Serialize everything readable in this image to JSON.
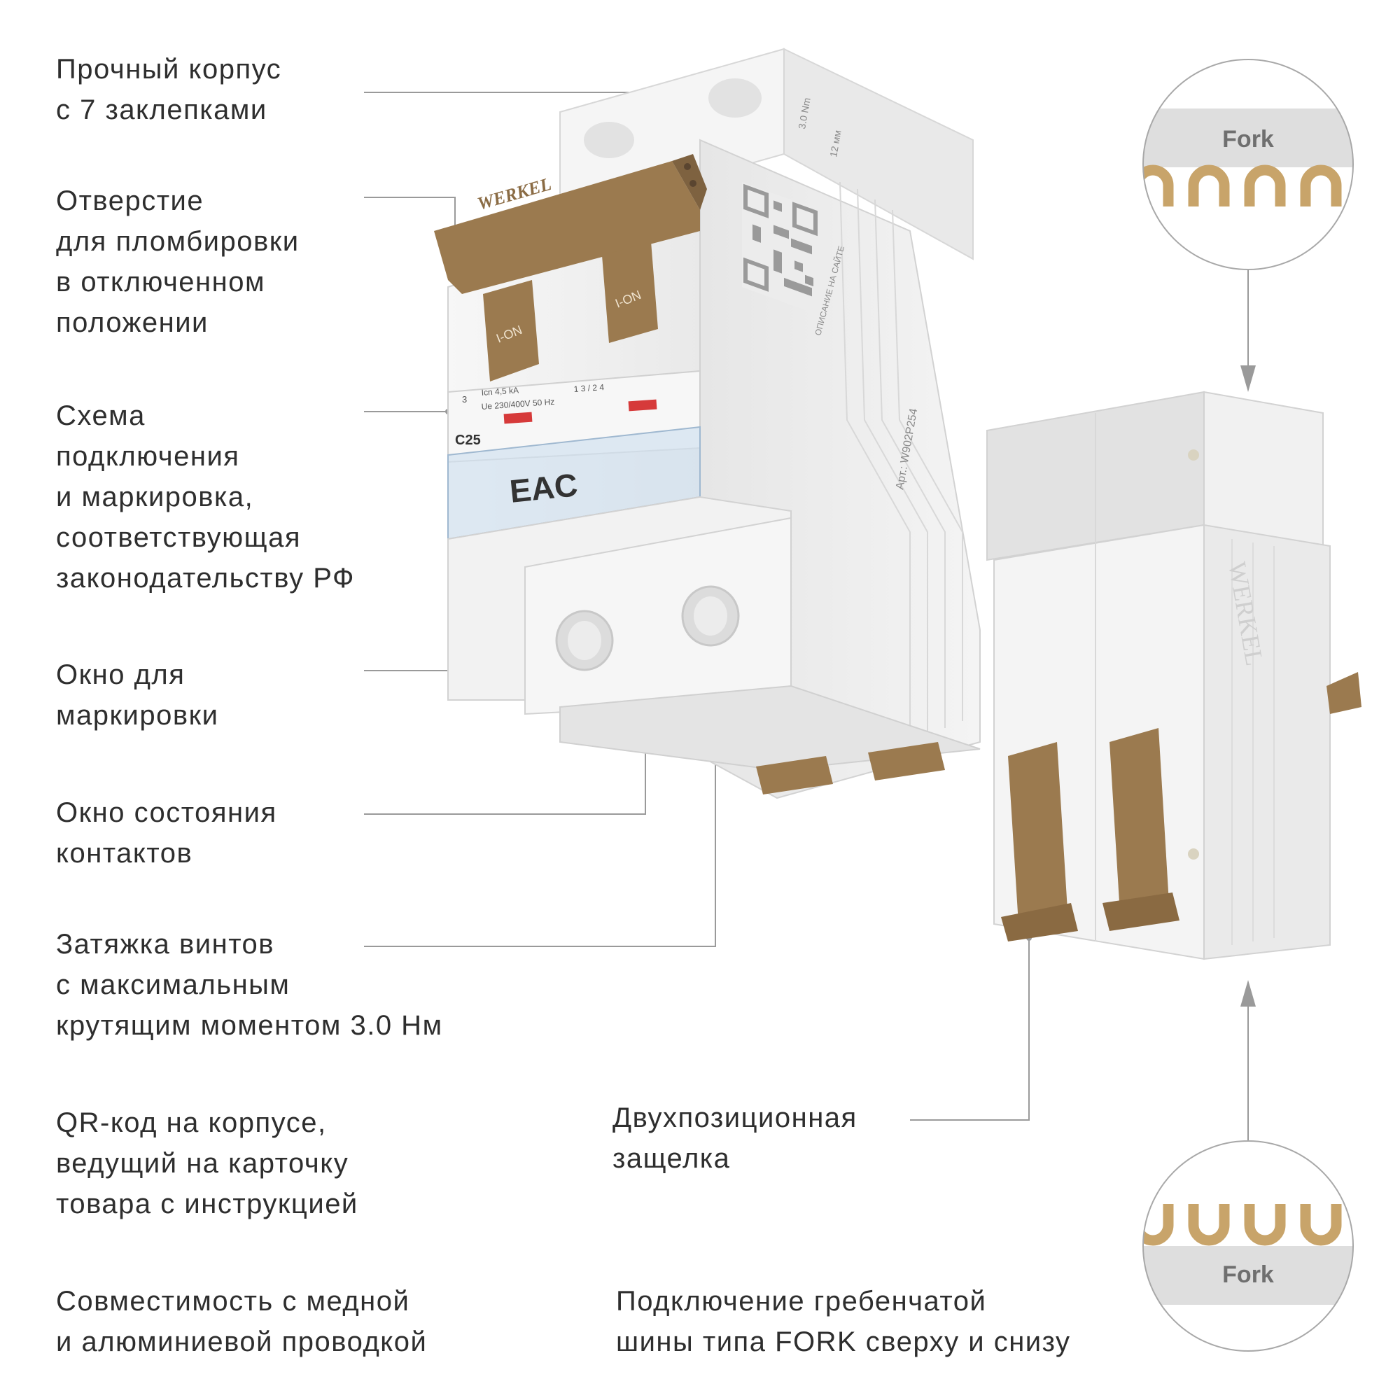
{
  "labels": {
    "body": [
      "Прочный корпус",
      "с 7 заклепками"
    ],
    "seal": [
      "Отверстие",
      "для пломбировки",
      "в отключенном",
      "положении"
    ],
    "scheme": [
      "Схема",
      "подключения",
      "и маркировка,",
      "соответствующая",
      "законодательству РФ"
    ],
    "marking_window": [
      "Окно для",
      "маркировки"
    ],
    "contact_window": [
      "Окно состояния",
      "контактов"
    ],
    "torque": [
      "Затяжка винтов",
      "с максимальным",
      "крутящим моментом 3.0 Нм"
    ],
    "qr": [
      "QR-код на корпусе,",
      "ведущий на карточку",
      "товара с инструкцией"
    ],
    "wiring": [
      "Совместимость с медной",
      "и алюминиевой проводкой"
    ],
    "latch": [
      "Двухпозиционная",
      "защелка"
    ],
    "busbar": [
      "Подключение гребенчатой",
      "шины типа FORK сверху и снизу"
    ]
  },
  "device": {
    "brand": "WERKEL",
    "handle_label": "I-ON",
    "rating": "C25",
    "icn": "Icn 4,5 kA",
    "voltage": "Ue 230/400V 50 Hz",
    "pole_code": "3",
    "cert_mark": "EAC",
    "torque_mark": "3.0 Nm",
    "strip_mark": "12 мм",
    "qr_caption": "ОПИСАНИЕ НА САЙТЕ",
    "article": "Арт.: W902P254",
    "terminals": "1 3 / 2 4"
  },
  "fork_top": {
    "label": "Fork"
  },
  "fork_bottom": {
    "label": "Fork"
  },
  "colors": {
    "handle": "#9b7a4f",
    "body": "#efefef",
    "body_shade": "#dcdcdc",
    "window": "#cfe0ef",
    "busbar_gold": "#c8a46a",
    "busbar_band": "#dedede",
    "lines": "#9a9a9a",
    "text": "#2e2e2e"
  }
}
